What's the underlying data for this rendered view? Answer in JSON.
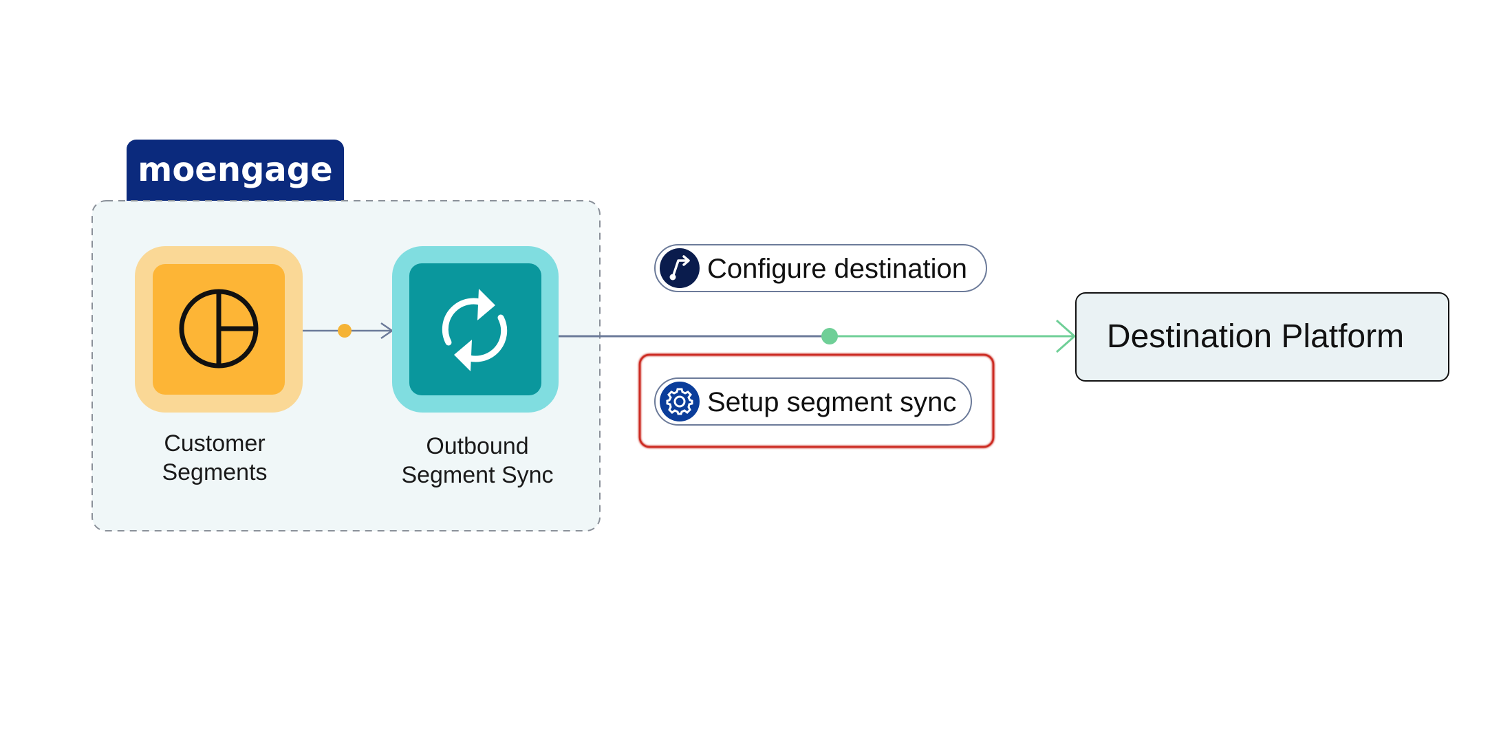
{
  "brand": {
    "name": "moengage",
    "color": "#0b2a7d"
  },
  "nodes": {
    "customer_segments": {
      "label_line1": "Customer",
      "label_line2": "Segments",
      "icon": "segments-icon",
      "outer_color": "#fad896",
      "inner_color": "#fdb536"
    },
    "outbound_sync": {
      "label_line1": "Outbound",
      "label_line2": "Segment Sync",
      "icon": "sync-icon",
      "outer_color": "#80dde0",
      "inner_color": "#0a979d"
    },
    "destination": {
      "label": "Destination Platform",
      "fill": "#eaf2f4"
    }
  },
  "steps": {
    "configure_destination": {
      "label": "Configure destination",
      "icon": "route-icon",
      "icon_color": "#0a1c4d"
    },
    "setup_segment_sync": {
      "label": "Setup segment sync",
      "icon": "gear-icon",
      "icon_color": "#0b3d9a",
      "highlight_color": "#cc2b22"
    }
  },
  "colors": {
    "container_bg": "#f0f7f8",
    "connector_left": "#6b7a99",
    "connector_right": "#6fcf97",
    "dot_orange": "#f5b335",
    "dot_green": "#6fcf97"
  }
}
